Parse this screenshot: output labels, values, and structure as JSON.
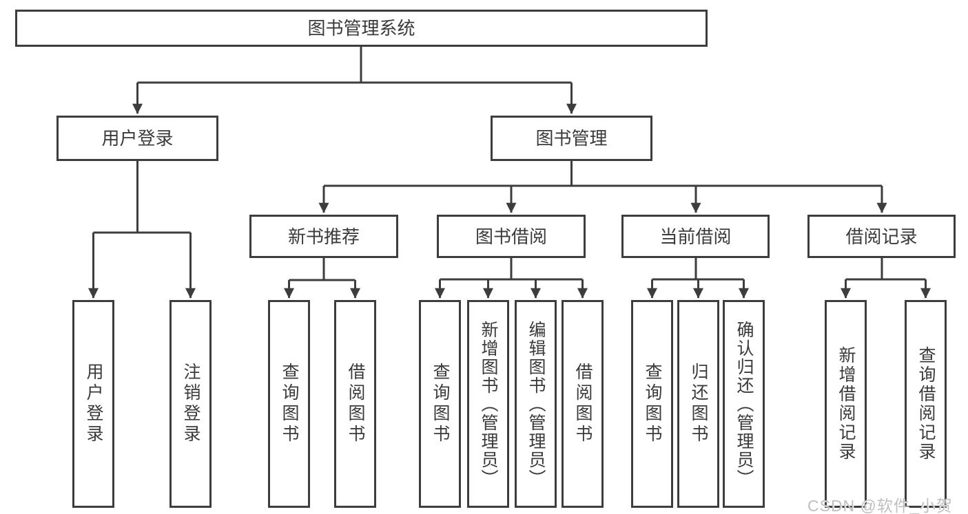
{
  "diagram": {
    "type": "hierarchy-tree",
    "nodes": {
      "root": {
        "label": "图书管理系统"
      },
      "user_login_branch": {
        "label": "用户登录"
      },
      "book_mgmt_branch": {
        "label": "图书管理"
      },
      "leaf_user_login": {
        "label": "用户登录"
      },
      "leaf_logout": {
        "label": "注销登录"
      },
      "new_book_rec": {
        "label": "新书推荐"
      },
      "book_borrow": {
        "label": "图书借阅"
      },
      "current_borrow": {
        "label": "当前借阅"
      },
      "borrow_records": {
        "label": "借阅记录"
      },
      "nb_query_books": {
        "label": "查询图书"
      },
      "nb_borrow_books": {
        "label": "借阅图书"
      },
      "bb_query_books": {
        "label": "查询图书"
      },
      "bb_add_books": {
        "label": "新增图书（管理员）"
      },
      "bb_edit_books": {
        "label": "编辑图书（管理员）"
      },
      "bb_borrow_books": {
        "label": "借阅图书"
      },
      "cb_query_books": {
        "label": "查询图书"
      },
      "cb_return_books": {
        "label": "归还图书"
      },
      "cb_confirm_return": {
        "label": "确认归还（管理员）"
      },
      "br_add_record": {
        "label": "新增借阅记录"
      },
      "br_query_record": {
        "label": "查询借阅记录"
      }
    },
    "watermark": "CSDN @软件_小贺同学",
    "colors": {
      "line": "#3d3d3d",
      "text": "#3a3a3a",
      "background": "#ffffff",
      "watermark": "#bfbfbf"
    }
  }
}
